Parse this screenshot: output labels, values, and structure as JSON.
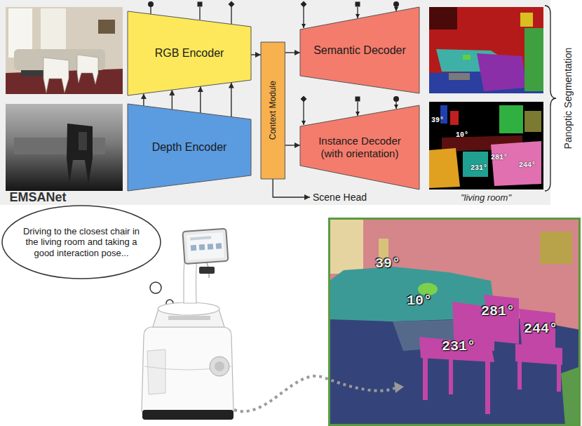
{
  "diagram": {
    "nodes": [
      {
        "text": [
          "RGB Encoder"
        ]
      },
      {
        "text": [
          "Depth Encoder"
        ]
      },
      {
        "text": [
          "Context Module"
        ]
      },
      {
        "text": [
          "Semantic Decoder"
        ]
      },
      {
        "text": [
          "Instance Decoder (with orientation)"
        ]
      },
      {
        "text": [
          "Scene Head"
        ]
      },
      {
        "text": [
          "Driving to the closest chair in the living room and taking a good interaction pose..."
        ]
      }
    ],
    "edges": [
      {
        "from": 1,
        "to": 0,
        "arrow": "to"
      },
      {
        "from": 1,
        "to": 0,
        "arrow": "to"
      },
      {
        "from": 1,
        "to": 0,
        "arrow": "to"
      },
      {
        "from": 1,
        "to": 0,
        "arrow": "to"
      },
      {
        "from": 0,
        "to": 2,
        "arrow": "to"
      },
      {
        "from": 2,
        "to": 3,
        "arrow": "to"
      },
      {
        "from": 2,
        "to": 4,
        "arrow": "to"
      },
      {
        "from": 2,
        "to": 5,
        "arrow": "to"
      }
    ],
    "labels": [
      "EMSANet",
      "\"living room\"",
      "Panoptic Segmentation",
      "39°",
      "10°",
      "281°",
      "244°",
      "231°",
      "39°",
      "10°",
      "281°",
      "244°",
      "231°"
    ]
  }
}
